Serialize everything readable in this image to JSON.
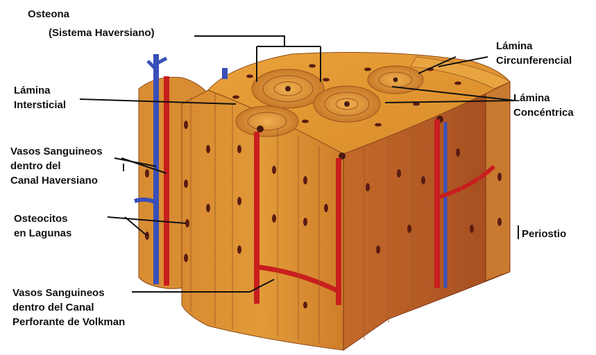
{
  "labels": {
    "osteona": "Osteona",
    "sistema_haversiano": "(Sistema Haversiano)",
    "lamina_intersticial": [
      "Lámina",
      "Intersticial"
    ],
    "vasos_haversiano": [
      "Vasos Sanguineos",
      "dentro del",
      "Canal Haversiano"
    ],
    "osteocitos": [
      "Osteocitos",
      "en Lagunas"
    ],
    "vasos_volkman": [
      "Vasos Sanguineos",
      "dentro del Canal",
      "Perforante de Volkman"
    ],
    "lamina_circunferencial": [
      "Lámina",
      "Circunferencial"
    ],
    "lamina_concentrica": [
      "Lámina",
      "Concéntrica"
    ],
    "periostio": "Periostio"
  },
  "colors": {
    "bone_top": "#e0962e",
    "bone_front": "#d6862a",
    "bone_right": "#b85a26",
    "bone_dark": "#8a3a18",
    "vessel_red": "#c81e1e",
    "vessel_blue": "#3a4fb8",
    "lacuna": "#5a1c12",
    "leader": "#111111"
  }
}
